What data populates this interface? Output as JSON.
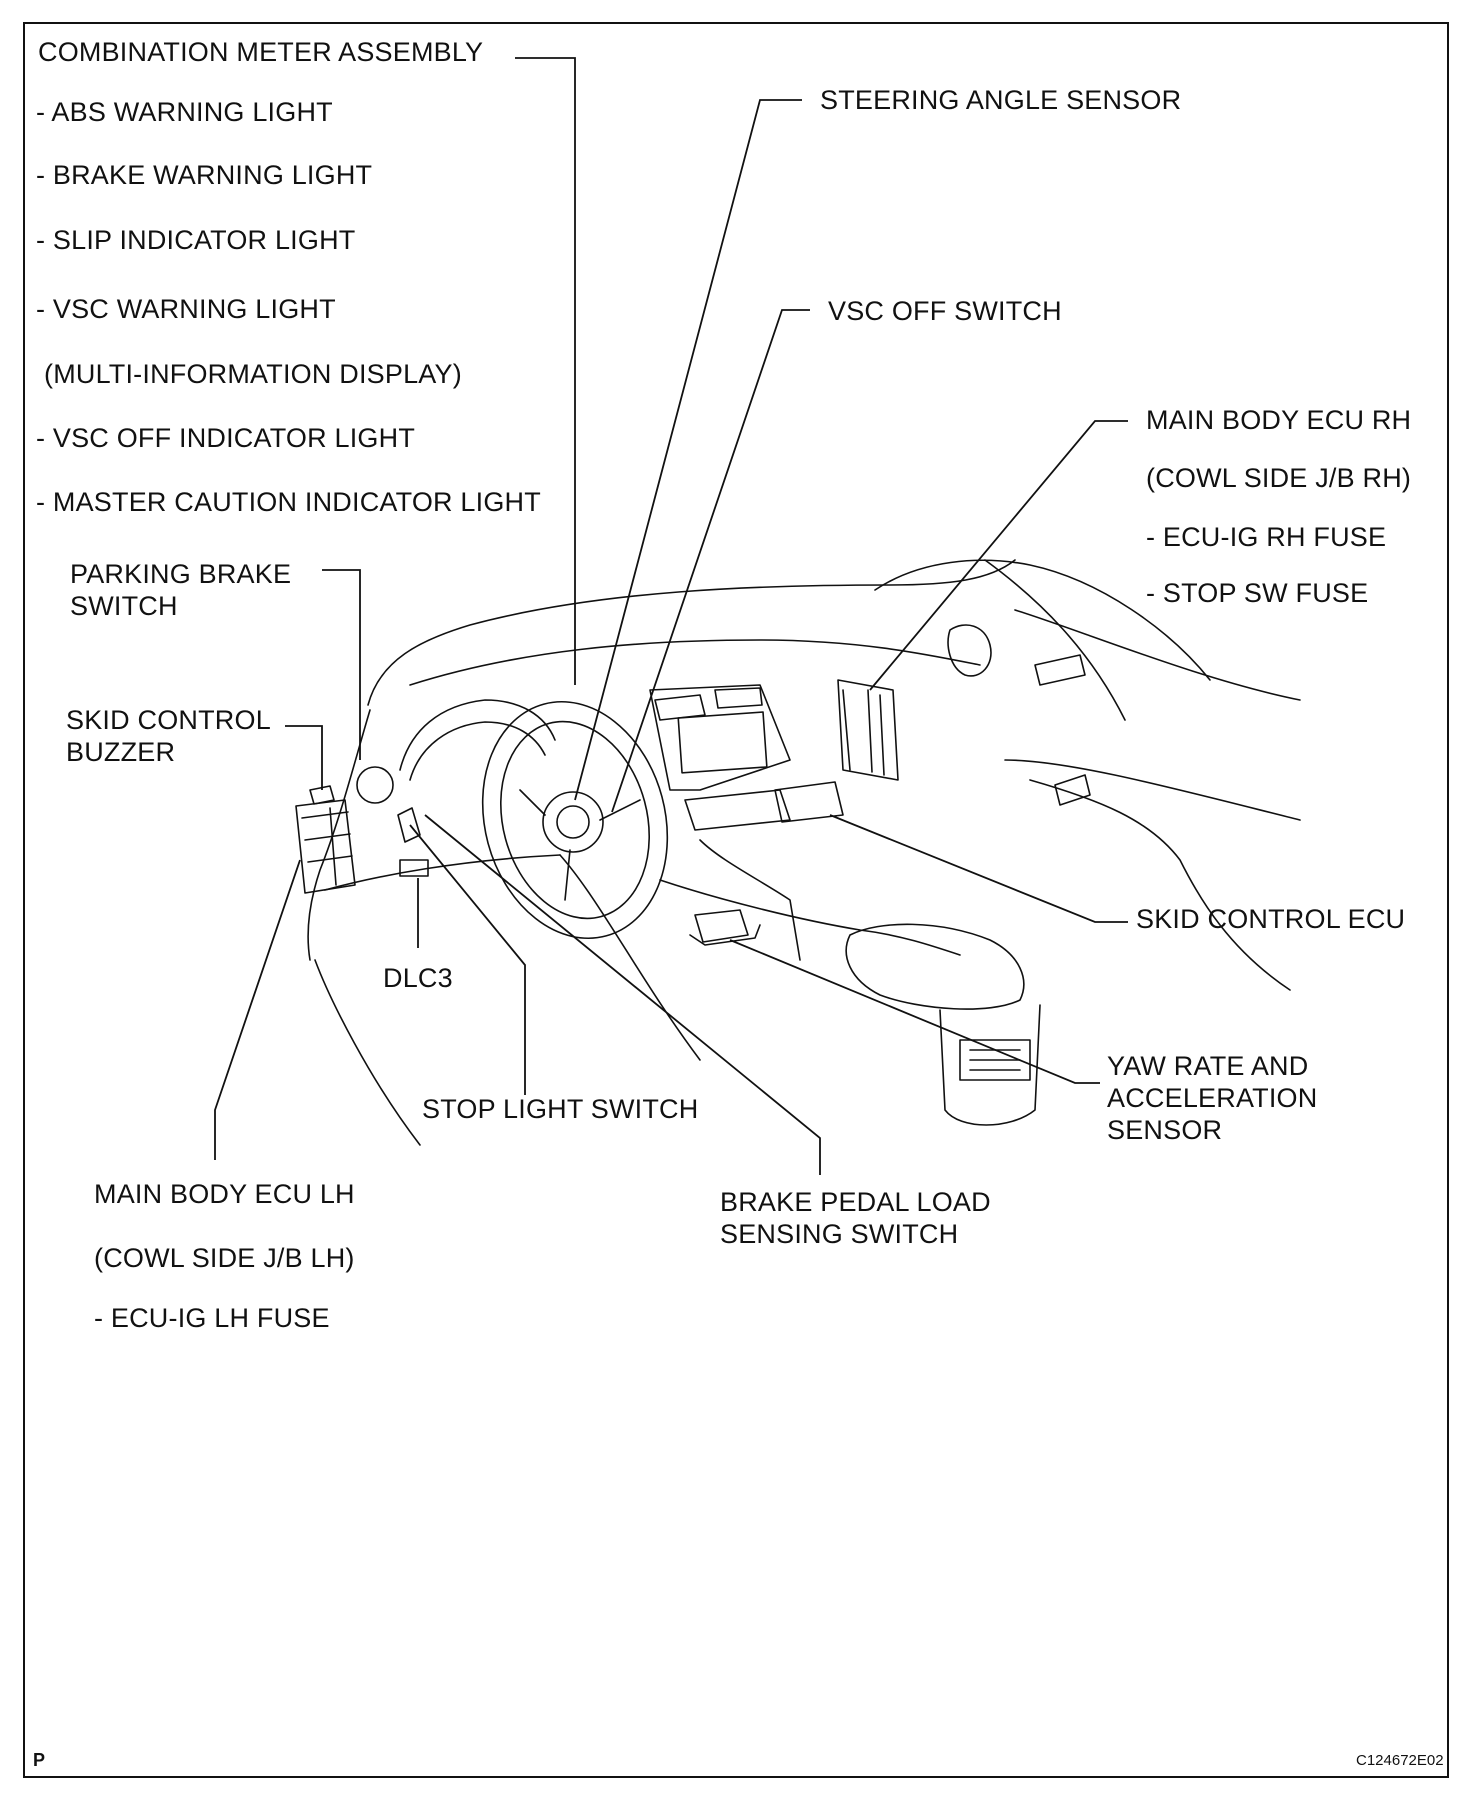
{
  "labels": {
    "combination_meter": {
      "title": "COMBINATION METER ASSEMBLY",
      "items": [
        "- ABS WARNING LIGHT",
        "- BRAKE WARNING LIGHT",
        "- SLIP INDICATOR LIGHT",
        "- VSC WARNING LIGHT",
        "(MULTI-INFORMATION DISPLAY)",
        "- VSC OFF INDICATOR LIGHT",
        "- MASTER CAUTION INDICATOR LIGHT"
      ]
    },
    "steering_angle_sensor": "STEERING ANGLE SENSOR",
    "vsc_off_switch": "VSC OFF SWITCH",
    "main_body_ecu_rh": {
      "title": "MAIN BODY ECU RH",
      "items": [
        "(COWL SIDE J/B RH)",
        "- ECU-IG RH FUSE",
        "- STOP SW FUSE"
      ]
    },
    "parking_brake_switch": "PARKING BRAKE\nSWITCH",
    "skid_control_buzzer": "SKID CONTROL\nBUZZER",
    "skid_control_ecu": "SKID CONTROL ECU",
    "dlc3": "DLC3",
    "stop_light_switch": "STOP LIGHT SWITCH",
    "yaw_rate_sensor": "YAW RATE AND\nACCELERATION\nSENSOR",
    "main_body_ecu_lh": {
      "title": "MAIN BODY ECU LH",
      "items": [
        "(COWL SIDE J/B LH)",
        "- ECU-IG LH FUSE"
      ]
    },
    "brake_pedal_switch": "BRAKE PEDAL LOAD\nSENSING SWITCH"
  },
  "corner_left": "P",
  "corner_right": "C124672E02"
}
